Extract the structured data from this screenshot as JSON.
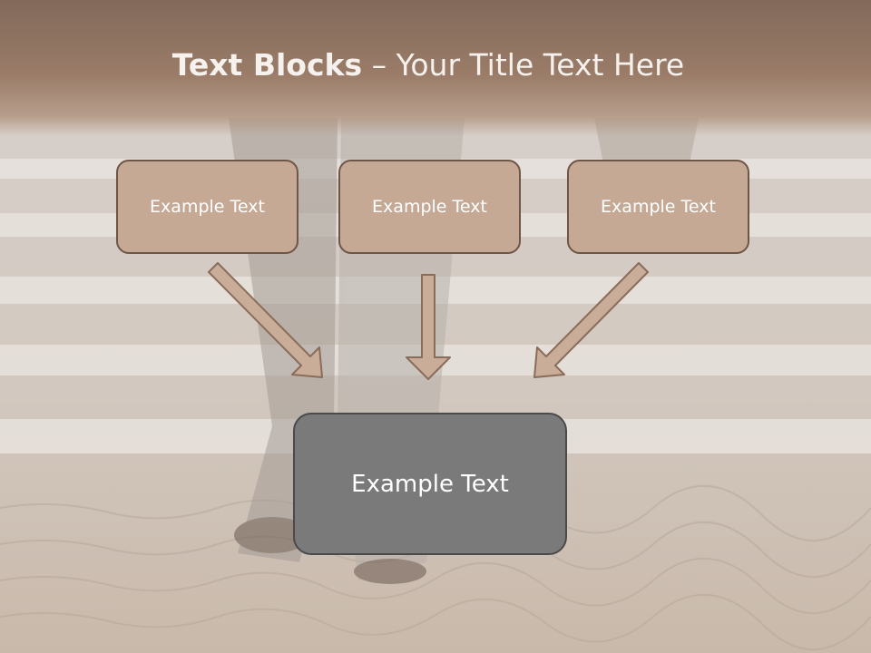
{
  "title": {
    "bold": "Text Blocks",
    "rest": " – Your Title Text Here"
  },
  "blocks": [
    {
      "label": "Example Text"
    },
    {
      "label": "Example Text"
    },
    {
      "label": "Example Text"
    }
  ],
  "main_block": {
    "label": "Example Text"
  },
  "colors": {
    "block_fill": "#c6a994",
    "block_border": "#6e5646",
    "main_fill": "#7a7a7a",
    "arrow_fill": "#c9ad98",
    "arrow_stroke": "#8a6c5a"
  }
}
